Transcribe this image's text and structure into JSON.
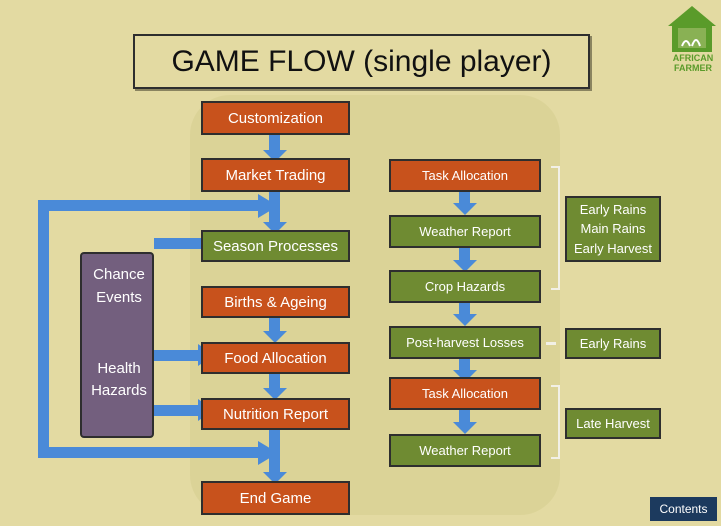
{
  "title": "GAME FLOW (single player)",
  "logo": {
    "line1": "AFRICAN",
    "line2": "FARMER"
  },
  "main_flow": {
    "customization": "Customization",
    "market_trading": "Market Trading",
    "season_processes": "Season Processes",
    "births_ageing": "Births & Ageing",
    "food_allocation": "Food Allocation",
    "nutrition_report": "Nutrition Report",
    "end_game": "End Game"
  },
  "chance_events": {
    "line1": "Chance",
    "line2": "Events"
  },
  "health_hazards": {
    "line1": "Health",
    "line2": "Hazards"
  },
  "season_flow": {
    "task_allocation_1": "Task Allocation",
    "weather_report_1": "Weather Report",
    "crop_hazards": "Crop Hazards",
    "post_harvest_losses": "Post-harvest Losses",
    "task_allocation_2": "Task Allocation",
    "weather_report_2": "Weather Report"
  },
  "notes": {
    "early_rains_1": "Early Rains",
    "main_rains": "Main Rains",
    "early_harvest": "Early Harvest",
    "early_rains_2": "Early Rains",
    "late_harvest": "Late Harvest"
  },
  "contents_button": "Contents",
  "colors": {
    "orange": "#c8521c",
    "green": "#6f8b32",
    "purple": "#735f7e",
    "blue": "#4a8ad8",
    "navy": "#1c3a5e"
  }
}
